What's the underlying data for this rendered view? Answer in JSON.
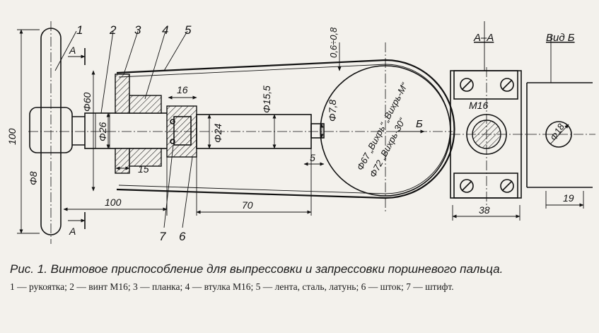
{
  "figure": {
    "caption_title": "Рис. 1. Винтовое приспособление для выпрессовки и запрессовки поршневого пальца.",
    "caption_legend": "1 — рукоятка; 2 — винт M16; 3 — планка; 4 — втулка M16; 5 — лента, сталь, латунь; 6 — шток; 7 — штифт.",
    "part_numbers": [
      "1",
      "2",
      "3",
      "4",
      "5",
      "6",
      "7"
    ],
    "dimensions": {
      "d_handle_pin": "Φ8",
      "handle_length": "100",
      "d_body": "Φ60",
      "d_screw": "Φ26",
      "w_bushing": "16",
      "w_plate": "15",
      "d_stem": "Φ24",
      "d_rod": "Φ15,5",
      "d_tip": "Φ7,8",
      "gap": "0,6÷0,8",
      "tip_len": "5",
      "screw_reach": "100",
      "rod_len": "70",
      "band_d1": "Φ67 „Вихрь“ „Вихрь-М“",
      "band_d2": "Φ72 „Вихрь-30“",
      "thread": "M16",
      "d_side": "Φ18",
      "w_side": "38",
      "w_view": "19"
    },
    "section_label": "А",
    "section_title": "А–А",
    "view_title": "Вид Б",
    "view_arrow_label": "Б"
  }
}
